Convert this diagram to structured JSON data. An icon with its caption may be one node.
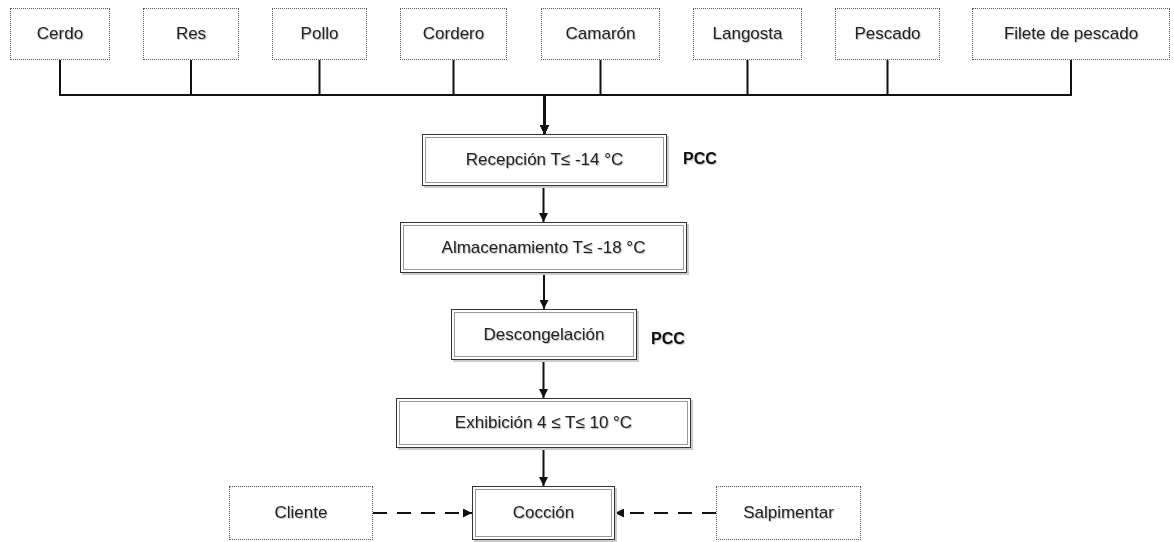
{
  "diagram": {
    "nodes": [
      {
        "text": [
          "Cerdo"
        ]
      },
      {
        "text": [
          "Res"
        ]
      },
      {
        "text": [
          "Pollo"
        ]
      },
      {
        "text": [
          "Cordero"
        ]
      },
      {
        "text": [
          "Camarón"
        ]
      },
      {
        "text": [
          "Langosta"
        ]
      },
      {
        "text": [
          "Pescado"
        ]
      },
      {
        "text": [
          "Filete de pescado"
        ]
      },
      {
        "text": [
          "Recepción T≤ -14 °C"
        ],
        "beside": [
          "PCC"
        ]
      },
      {
        "text": [
          "Almacenamiento T≤ -18 °C"
        ]
      },
      {
        "text": [
          "Descongelación"
        ],
        "beside": [
          "PCC"
        ]
      },
      {
        "text": [
          "Exhibición 4 ≤ T≤ 10 °C"
        ]
      },
      {
        "text": [
          "Cliente"
        ]
      },
      {
        "text": [
          "Cocción"
        ]
      },
      {
        "text": [
          "Salpimentar"
        ]
      }
    ],
    "edges": [
      {
        "from": 0,
        "to": 8,
        "arrow": "to"
      },
      {
        "from": 1,
        "to": 8,
        "arrow": "to"
      },
      {
        "from": 2,
        "to": 8,
        "arrow": "to"
      },
      {
        "from": 3,
        "to": 8,
        "arrow": "to"
      },
      {
        "from": 4,
        "to": 8,
        "arrow": "to"
      },
      {
        "from": 5,
        "to": 8,
        "arrow": "to"
      },
      {
        "from": 6,
        "to": 8,
        "arrow": "to"
      },
      {
        "from": 7,
        "to": 8,
        "arrow": "to"
      },
      {
        "from": 8,
        "to": 9,
        "arrow": "to"
      },
      {
        "from": 9,
        "to": 10,
        "arrow": "to"
      },
      {
        "from": 10,
        "to": 11,
        "arrow": "to"
      },
      {
        "from": 11,
        "to": 13,
        "arrow": "to"
      },
      {
        "from": 12,
        "to": 13,
        "arrow": "to",
        "style": "dashed"
      },
      {
        "from": 14,
        "to": 13,
        "arrow": "to",
        "style": "dashed"
      }
    ]
  }
}
